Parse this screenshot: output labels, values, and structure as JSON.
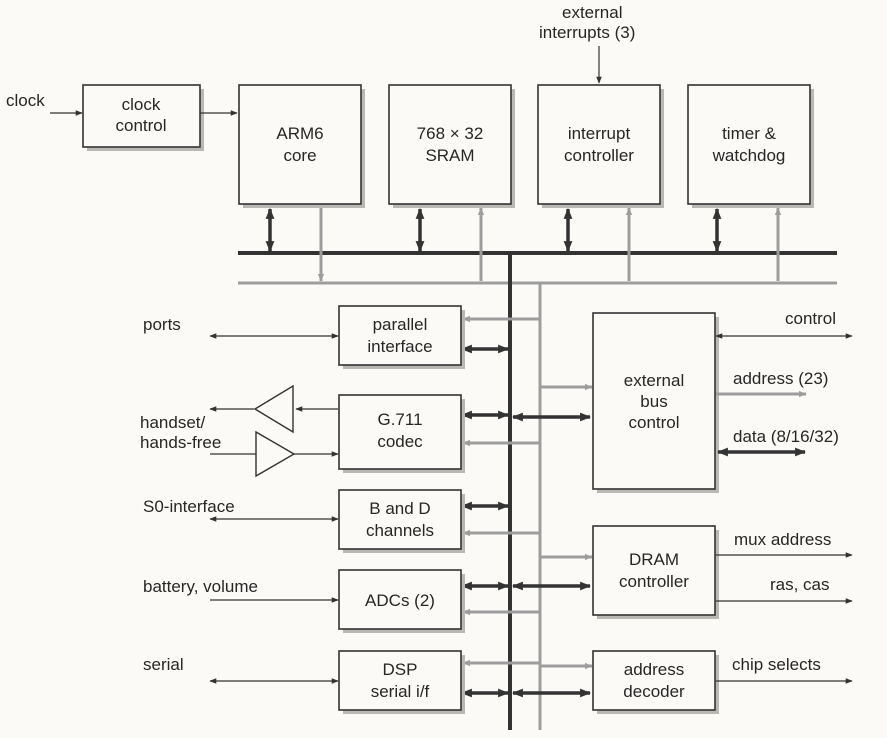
{
  "blocks": {
    "clock_control": [
      "clock",
      "control"
    ],
    "arm6": [
      "ARM6",
      "core"
    ],
    "sram": [
      "768 × 32",
      "SRAM"
    ],
    "interrupt": [
      "interrupt",
      "controller"
    ],
    "timer": [
      "timer &",
      "watchdog"
    ],
    "parallel": [
      "parallel",
      "interface"
    ],
    "codec": [
      "G.711",
      "codec"
    ],
    "bd": [
      "B and D",
      "channels"
    ],
    "adcs": [
      "ADCs (2)"
    ],
    "dsp": [
      "DSP",
      "serial i/f"
    ],
    "ext_bus": [
      "external",
      "bus",
      "control"
    ],
    "dram": [
      "DRAM",
      "controller"
    ],
    "addr_dec": [
      "address",
      "decoder"
    ]
  },
  "signals": {
    "clock": "clock",
    "ext_int_1": "external",
    "ext_int_2": "interrupts (3)",
    "ports": "ports",
    "handset_1": "handset/",
    "handset_2": "hands-free",
    "s0": "S0-interface",
    "battery": "battery, volume",
    "serial": "serial",
    "control": "control",
    "address": "address (23)",
    "data": "data (8/16/32)",
    "mux_address": "mux address",
    "ras_cas": "ras, cas",
    "chip_selects": "chip selects"
  },
  "colors": {
    "dark_bus": "#333333",
    "grey_bus": "#9d9d9d",
    "shadow": "#b9b8b3"
  }
}
